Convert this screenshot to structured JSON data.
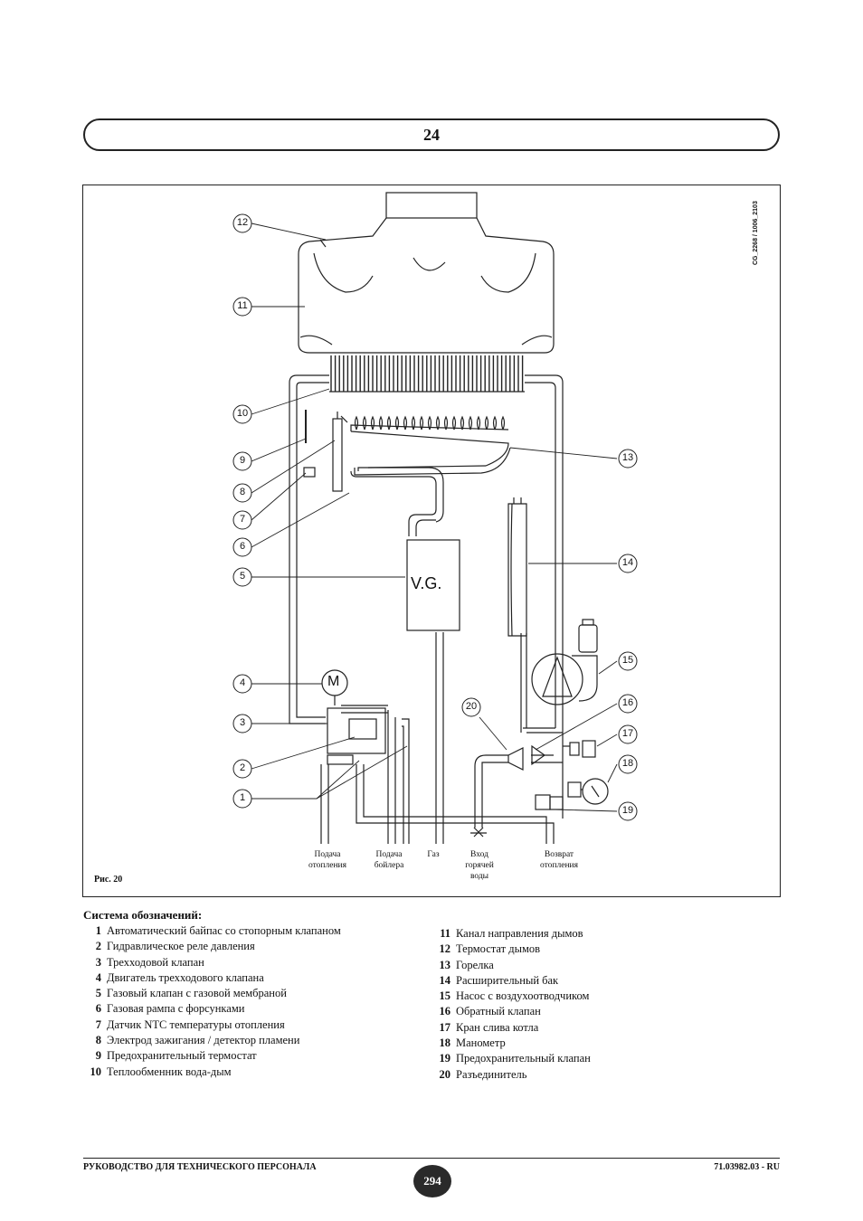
{
  "header": {
    "section_number": "24"
  },
  "figure": {
    "caption": "Рис. 20",
    "drawing_code": "CG_2268 / 1006_2103",
    "gas_valve_label": "V.G.",
    "motor_label": "M",
    "bottom_labels": [
      {
        "line1": "Подача",
        "line2": "отопления",
        "line3": ""
      },
      {
        "line1": "Подача",
        "line2": "бойлера",
        "line3": ""
      },
      {
        "line1": "Газ",
        "line2": "",
        "line3": ""
      },
      {
        "line1": "Вход",
        "line2": "горячей",
        "line3": "воды"
      },
      {
        "line1": "Возврат",
        "line2": "отопления",
        "line3": ""
      }
    ],
    "callouts_left": [
      "12",
      "11",
      "10",
      "9",
      "8",
      "7",
      "6",
      "5",
      "4",
      "3",
      "2",
      "1"
    ],
    "callouts_right": [
      "13",
      "14",
      "15",
      "16",
      "17",
      "18",
      "19"
    ],
    "callout_center": "20"
  },
  "legend": {
    "title": "Система обозначений:",
    "left": [
      {
        "num": "1",
        "text": "Автоматический байпас со стопорным клапаном"
      },
      {
        "num": "2",
        "text": "Гидравлическое реле давления"
      },
      {
        "num": "3",
        "text": "Трехходовой клапан"
      },
      {
        "num": "4",
        "text": "Двигатель трехходового клапана"
      },
      {
        "num": "5",
        "text": "Газовый клапан с газовой мембраной"
      },
      {
        "num": "6",
        "text": "Газовая рампа с форсунками"
      },
      {
        "num": "7",
        "text": "Датчик NTC температуры отопления"
      },
      {
        "num": "8",
        "text": "Электрод зажигания / детектор пламени"
      },
      {
        "num": "9",
        "text": "Предохранительный термостат"
      },
      {
        "num": "10",
        "text": "Теплообменник вода-дым"
      }
    ],
    "right": [
      {
        "num": "11",
        "text": "Канал направления дымов"
      },
      {
        "num": "12",
        "text": "Термостат дымов"
      },
      {
        "num": "13",
        "text": "Горелка"
      },
      {
        "num": "14",
        "text": "Расширительный бак"
      },
      {
        "num": "15",
        "text": "Насос с воздухоотводчиком"
      },
      {
        "num": "16",
        "text": "Обратный клапан"
      },
      {
        "num": "17",
        "text": "Кран слива котла"
      },
      {
        "num": "18",
        "text": "Манометр"
      },
      {
        "num": "19",
        "text": "Предохранительный клапан"
      },
      {
        "num": "20",
        "text": "Разъединитель"
      }
    ]
  },
  "footer": {
    "left": "РУКОВОДСТВО ДЛЯ ТЕХНИЧЕСКОГО ПЕРСОНАЛА",
    "page": "294",
    "right": "71.03982.03 - RU"
  }
}
